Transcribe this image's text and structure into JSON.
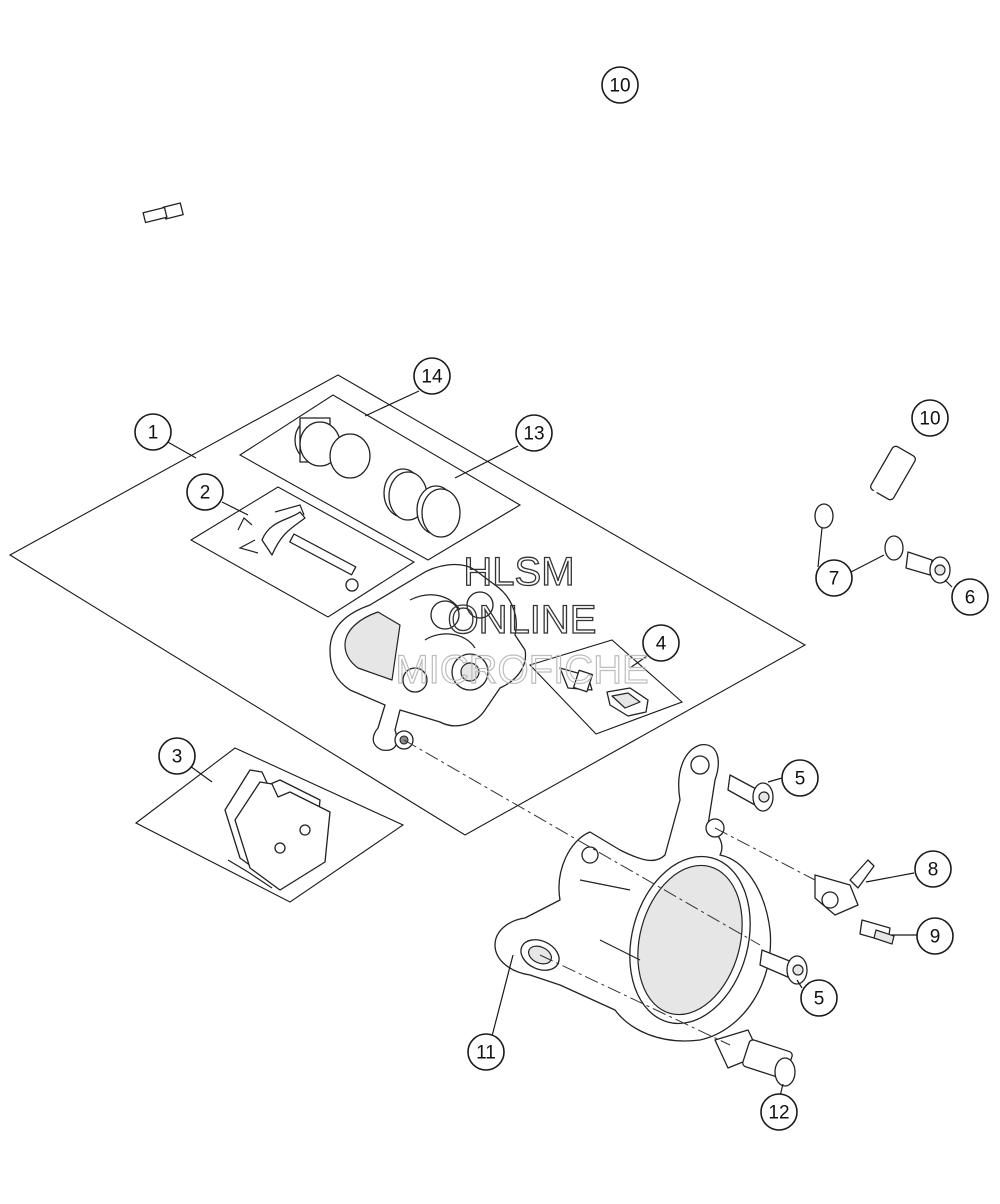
{
  "watermark": {
    "line1": "HLSM",
    "line2": "ONLINE",
    "line3": "MICROFICHE"
  },
  "callouts": {
    "c1": "1",
    "c2": "2",
    "c3": "3",
    "c4": "4",
    "c5a": "5",
    "c5b": "5",
    "c6": "6",
    "c7": "7",
    "c8": "8",
    "c9": "9",
    "c10a": "10",
    "c10b": "10",
    "c11": "11",
    "c12": "12",
    "c13": "13",
    "c14": "14"
  }
}
